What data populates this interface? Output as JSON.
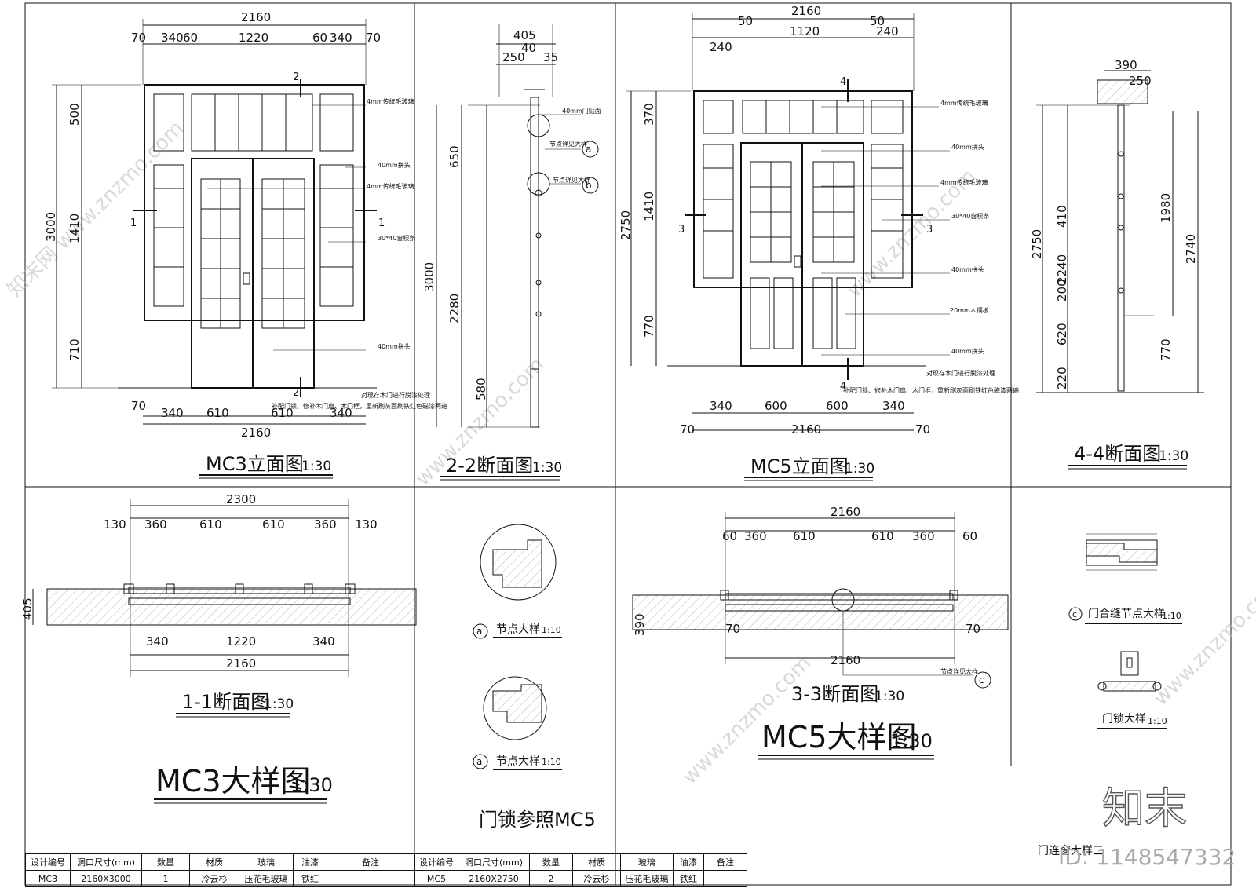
{
  "panels": {
    "mc3_elev": {
      "title": "MC3立面图",
      "scale": "1:30"
    },
    "sec22": {
      "title": "2-2断面图",
      "scale": "1:30"
    },
    "mc5_elev": {
      "title": "MC5立面图",
      "scale": "1:30"
    },
    "sec44": {
      "title": "4-4断面图",
      "scale": "1:30"
    },
    "sec11": {
      "title": "1-1断面图",
      "scale": "1:30"
    },
    "mc3_detail": {
      "title": "MC3大样图",
      "scale": "1:30"
    },
    "node_a1": {
      "marker": "a",
      "title": "节点大样",
      "scale": "1:10"
    },
    "node_a2": {
      "marker": "a",
      "title": "节点大样",
      "scale": "1:10"
    },
    "lock_ref": {
      "text": "门锁参照MC5"
    },
    "sec33": {
      "title": "3-3断面图",
      "scale": "1:30"
    },
    "mc5_detail": {
      "title": "MC5大样图",
      "scale": "1:30"
    },
    "seam": {
      "marker": "c",
      "title": "门合缝节点大样",
      "scale": "1:10"
    },
    "lock": {
      "title": "门锁大样",
      "scale": "1:10"
    }
  },
  "notes": {
    "glass4": "4mm传统毛玻璃",
    "mullion": "40mm拼头",
    "bar": "30*40窗棂条",
    "panel": "20mm木镶板",
    "stop": "40mm门贴面",
    "detail_a": "节点详见大样",
    "detail_b": "节点详见大样",
    "detail_c": "节点详见大样",
    "paint1": "对现存木门进行脱漆处理",
    "paint2": "补配门锁、修补木门扇、木门框，重新刷灰面刷铁红色磁漆两遍"
  },
  "dims": {
    "w2160": "2160",
    "w2300": "2300",
    "w1220": "1220",
    "w1120": "1120",
    "w340": "340",
    "w360": "360",
    "w610": "610",
    "w600": "600",
    "w70": "70",
    "w60": "60",
    "w50": "50",
    "w240": "240",
    "w130": "130",
    "w405": "405",
    "w390": "390",
    "w250": "250",
    "w40": "40",
    "w35": "35",
    "h3000": "3000",
    "h2750": "2750",
    "h1410": "1410",
    "h710": "710",
    "h500": "500",
    "h2280": "2280",
    "h650": "650",
    "h580": "580",
    "h770": "770",
    "h2240": "2240",
    "h1980": "1980",
    "h2740": "2740",
    "h370": "370",
    "h620": "620",
    "h200": "200",
    "h410": "410",
    "h220": "220"
  },
  "markers": {
    "s1": "1",
    "s2": "2",
    "s3": "3",
    "s4": "4",
    "a": "a",
    "b": "b",
    "c": "c"
  },
  "brand": {
    "logo": "知末",
    "id": "ID: 1148547332",
    "title_block": "门连窗大样三"
  },
  "table_left": {
    "headers": [
      "设计编号",
      "洞口尺寸(mm)",
      "数量",
      "材质",
      "玻璃",
      "油漆",
      "备注"
    ],
    "row": [
      "MC3",
      "2160X3000",
      "1",
      "冷云杉",
      "压花毛玻璃",
      "铁红",
      ""
    ]
  },
  "table_right": {
    "headers": [
      "设计编号",
      "洞口尺寸(mm)",
      "数量",
      "材质",
      "玻璃",
      "油漆",
      "备注"
    ],
    "row": [
      "MC5",
      "2160X2750",
      "2",
      "冷云杉",
      "压花毛玻璃",
      "铁红",
      ""
    ]
  }
}
